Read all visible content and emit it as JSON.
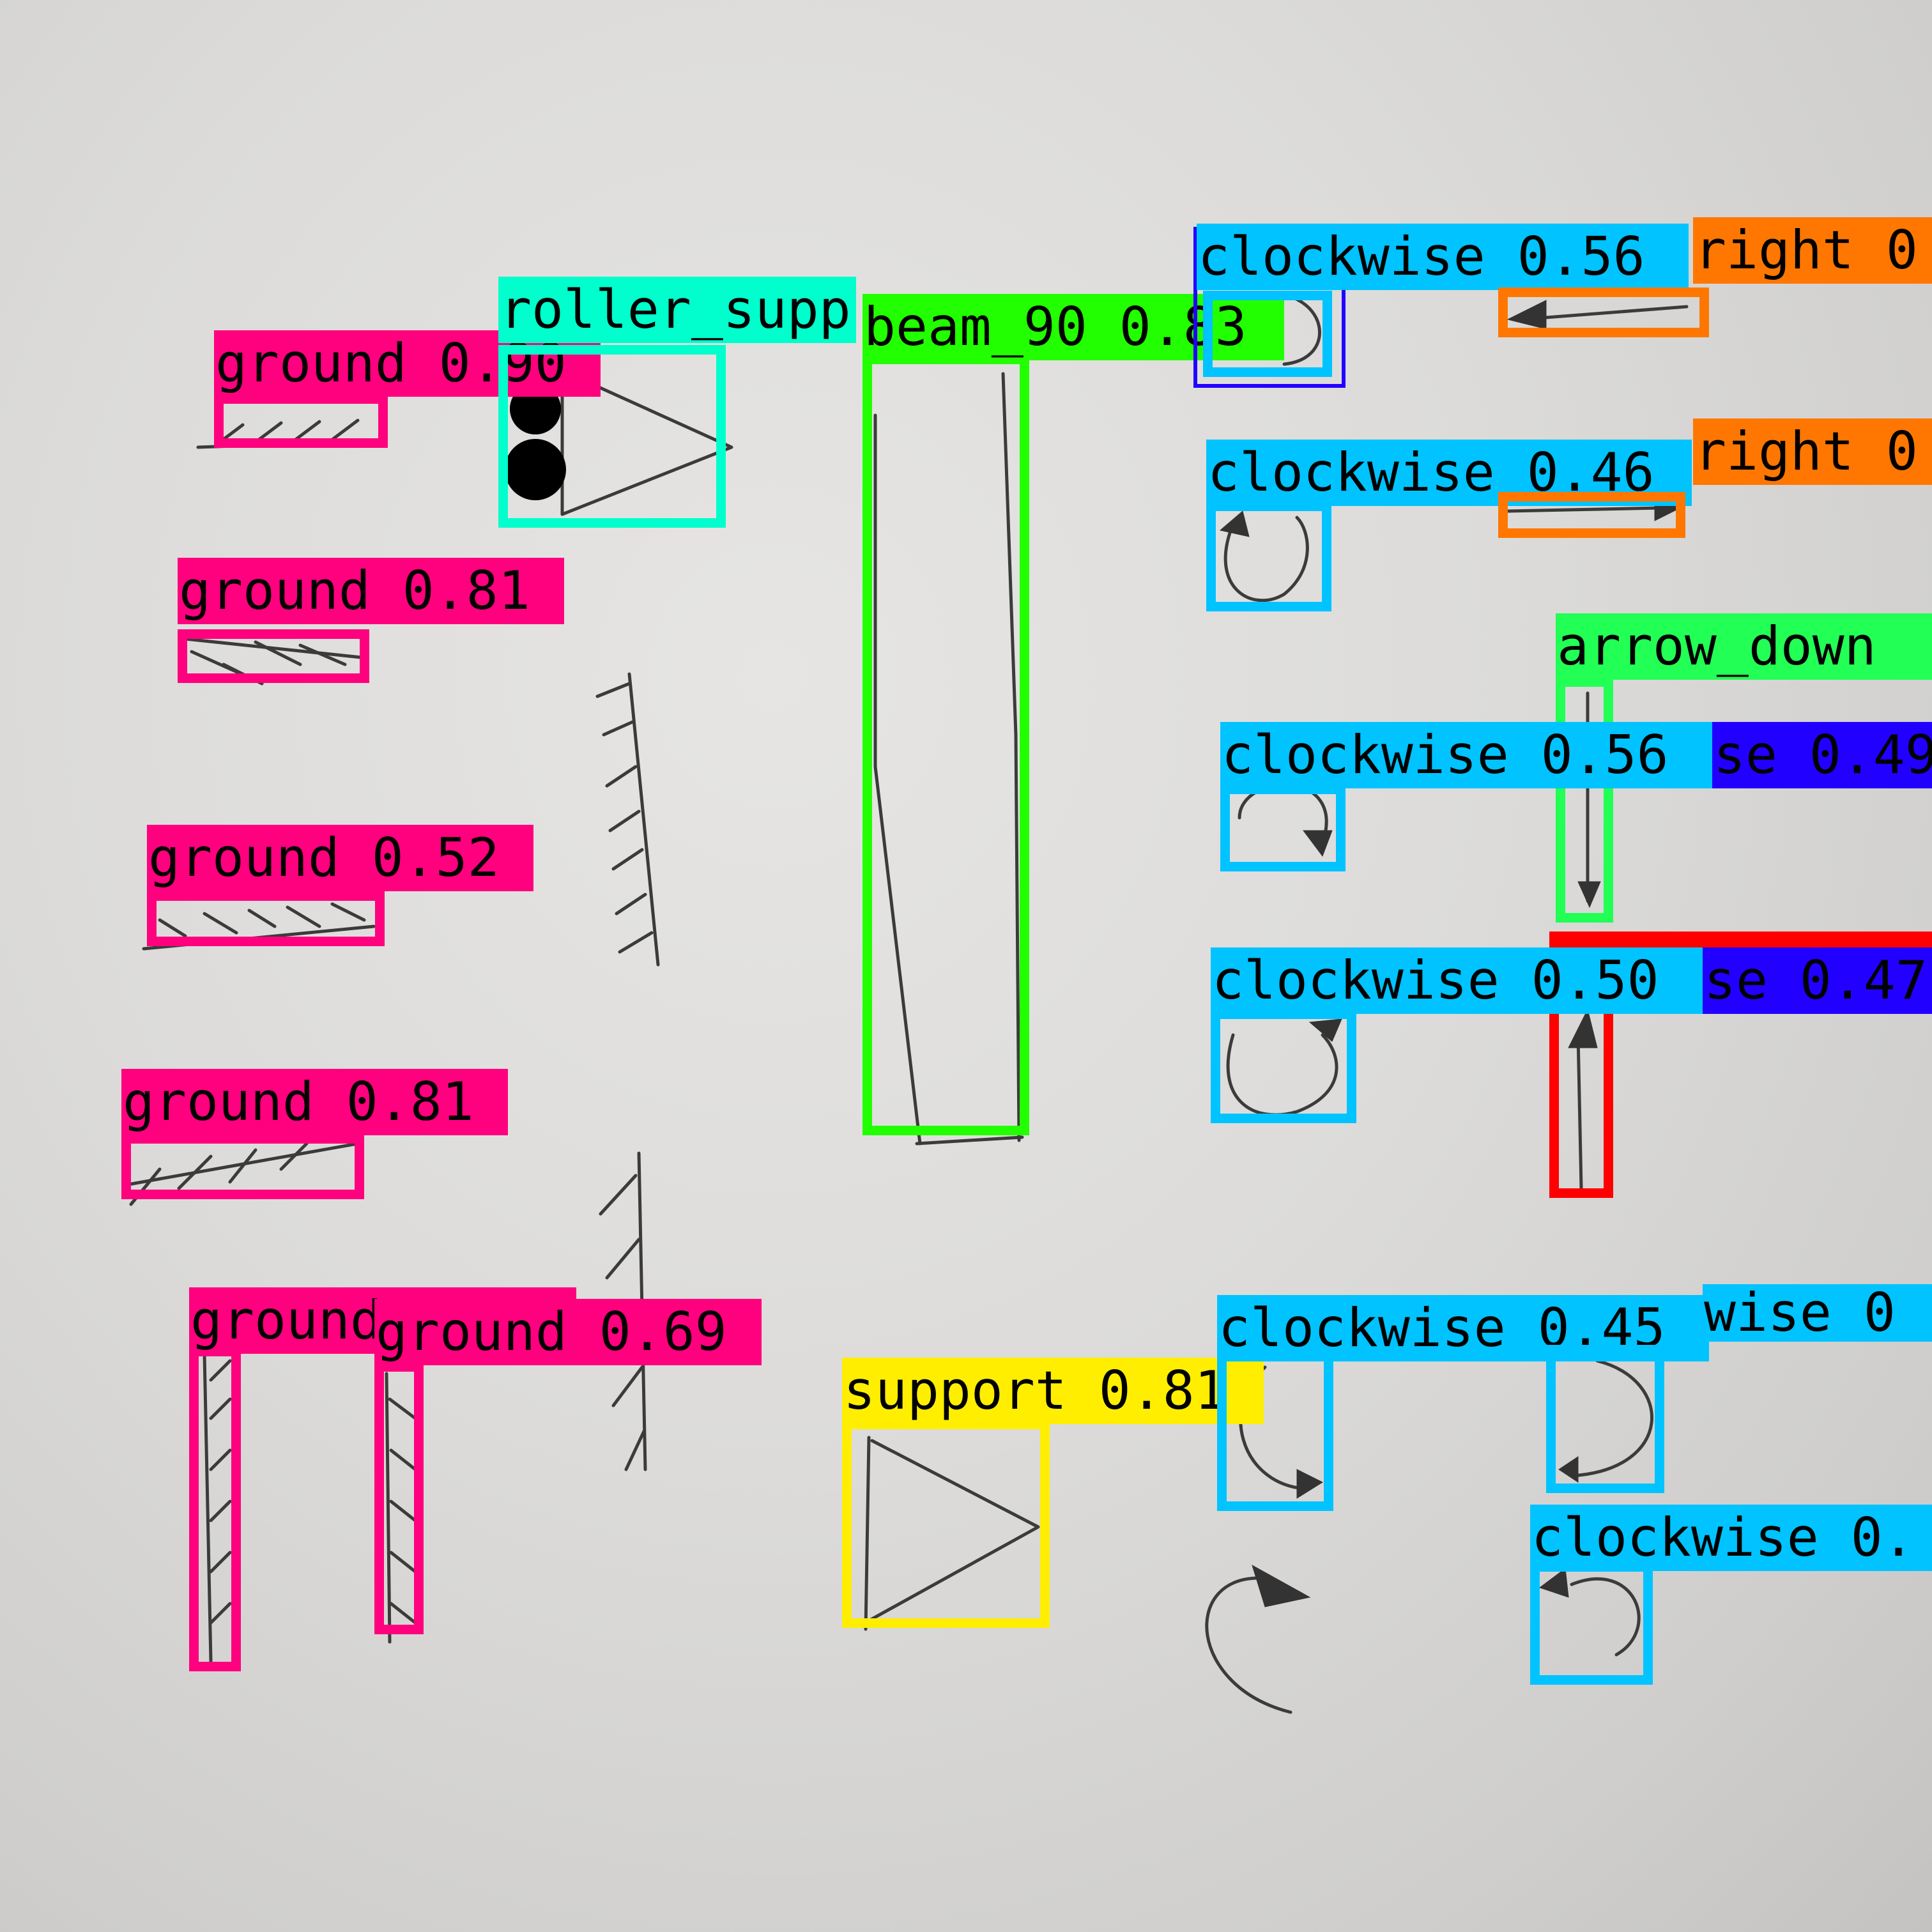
{
  "colors": {
    "ground": "#ff007f",
    "roller_support": "#00ffcc",
    "beam_90": "#22ff00",
    "clockwise": "#00c3ff",
    "counterclockwise": "#2200ff",
    "arrow_right": "#ff7700",
    "arrow_down": "#22ff55",
    "arrow_up": "#ff0000",
    "support": "#ffee00"
  },
  "detections": [
    {
      "label": "ground 0.90",
      "color": "#ff007f"
    },
    {
      "label": "ground 0.81",
      "color": "#ff007f"
    },
    {
      "label": "ground 0.52",
      "color": "#ff007f"
    },
    {
      "label": "ground 0.81",
      "color": "#ff007f"
    },
    {
      "label": "ground",
      "color": "#ff007f"
    },
    {
      "label": "ground 0.69",
      "color": "#ff007f"
    },
    {
      "label": "roller_supp",
      "color": "#00ffcc"
    },
    {
      "label": "beam_90 0.83",
      "color": "#22ff00"
    },
    {
      "label": "support 0.81",
      "color": "#ffee00"
    },
    {
      "label": "clockwise 0.56",
      "color": "#00c3ff"
    },
    {
      "label": "right 0",
      "color": "#ff7700"
    },
    {
      "label": "clockwise 0.46",
      "color": "#00c3ff"
    },
    {
      "label": "right 0",
      "color": "#ff7700"
    },
    {
      "label": "arrow_down",
      "color": "#22ff55"
    },
    {
      "label": "clockwise 0.56",
      "color": "#00c3ff"
    },
    {
      "label": "se 0.49",
      "color": "#2200ff"
    },
    {
      "label": "clockwise 0.50",
      "color": "#00c3ff"
    },
    {
      "label": "se 0.47",
      "color": "#2200ff"
    },
    {
      "label": "",
      "color": "#ff0000"
    },
    {
      "label": "clockwise 0.45",
      "color": "#00c3ff"
    },
    {
      "label": "wise 0",
      "color": "#00c3ff"
    },
    {
      "label": "clockwise 0.",
      "color": "#00c3ff"
    },
    {
      "label": "",
      "color": "#2200ff"
    }
  ]
}
